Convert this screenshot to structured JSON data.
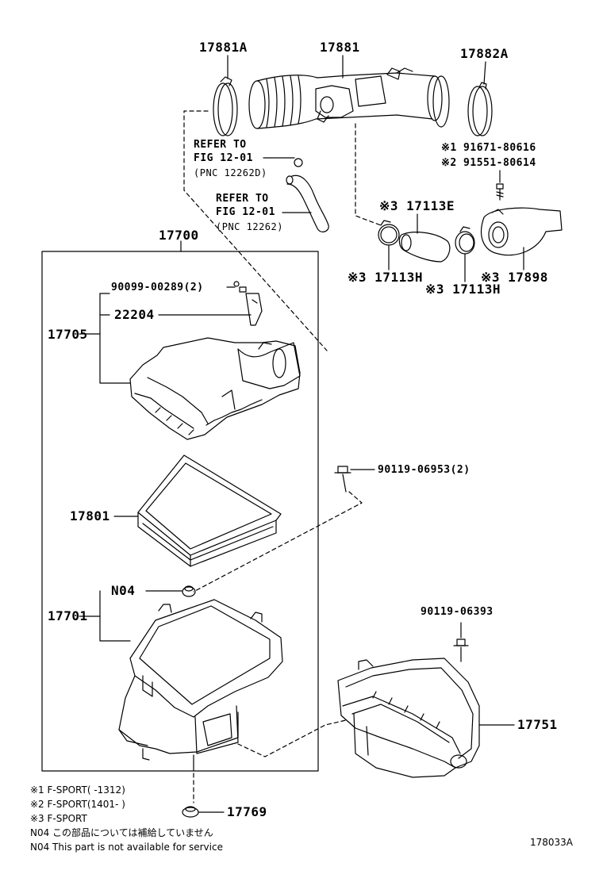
{
  "parts": {
    "p17881A": "17881A",
    "p17881": "17881",
    "p17882A": "17882A",
    "p91671": "※1 91671-80616",
    "p91551": "※2 91551-80614",
    "p17113E": "※3 17113E",
    "p17113H_a": "※3 17113H",
    "p17113H_b": "※3 17113H",
    "p17898": "※3 17898",
    "p17700": "17700",
    "p90099": "90099-00289(2)",
    "p22204": "22204",
    "p17705": "17705",
    "p90119_a": "90119-06953(2)",
    "p17801": "17801",
    "pN04": "N04",
    "p17701": "17701",
    "p90119_b": "90119-06393",
    "p17751": "17751",
    "p17769": "17769"
  },
  "refs": {
    "ref1_line1": "REFER TO",
    "ref1_line2": "FIG 12-01",
    "ref1_line3": "(PNC 12262D)",
    "ref2_line1": "REFER TO",
    "ref2_line2": "FIG 12-01",
    "ref2_line3": "(PNC 12262)"
  },
  "notes": {
    "n1": "※1 F-SPORT(      -1312)",
    "n2": "※2 F-SPORT(1401-      )",
    "n3": "※3 F-SPORT",
    "n4": "N04  この部品については補給していません",
    "n5": "N04  This part is not available for service"
  },
  "figure_code": "178033A"
}
